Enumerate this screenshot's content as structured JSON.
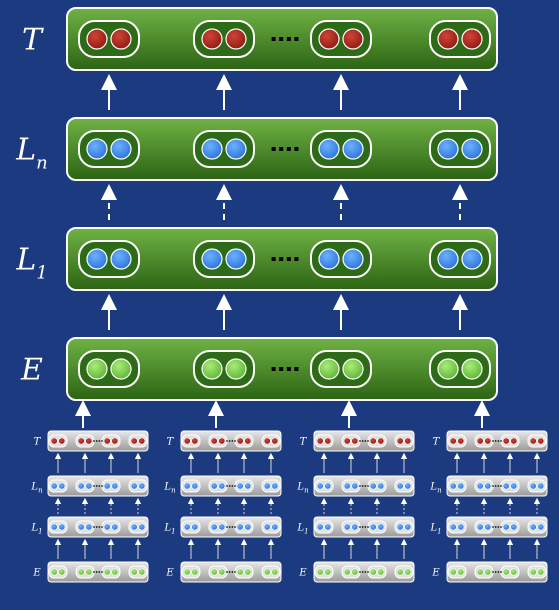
{
  "diagram": {
    "main_layers": [
      {
        "id": "T",
        "label": "T",
        "sub": "",
        "color": "red"
      },
      {
        "id": "Ln",
        "label": "L",
        "sub": "n",
        "color": "blue"
      },
      {
        "id": "L1",
        "label": "L",
        "sub": "1",
        "color": "blue"
      },
      {
        "id": "E",
        "label": "E",
        "sub": "",
        "color": "green"
      }
    ],
    "connections": [
      "solid",
      "dashed",
      "solid"
    ],
    "bottom_units": 4,
    "colors": {
      "background": "#1b3a80",
      "layer_fill_top": "#5ea03a",
      "layer_fill_bottom": "#2f6a16",
      "mini_layer_fill": "#c9c9c9",
      "red": "#b0281e",
      "blue": "#3d8ef0",
      "green": "#7fd14a",
      "arrow": "#ffffff"
    }
  }
}
